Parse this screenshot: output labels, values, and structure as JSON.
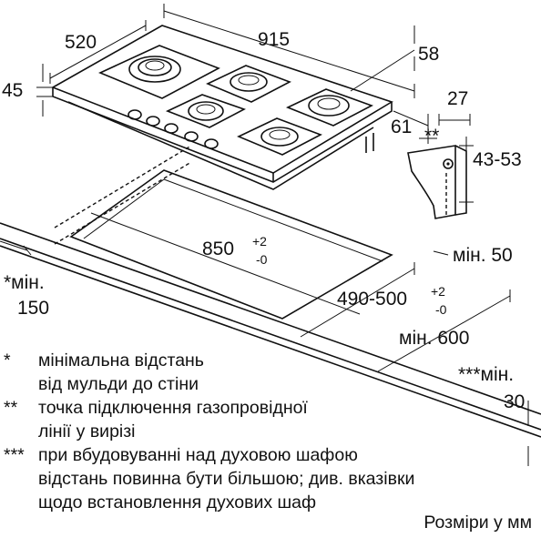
{
  "dimensions": {
    "width_total": "915",
    "depth_total": "520",
    "height": "45",
    "edge_offset": "58",
    "bracket_width": "27",
    "bracket_offset": "61",
    "bracket_height": "43-53",
    "bracket_mark": "**",
    "cutout_width_value": "850",
    "cutout_width_tol_plus": "+2",
    "cutout_width_tol_minus": "-0",
    "cutout_depth_value": "490-500",
    "cutout_depth_tol_plus": "+2",
    "cutout_depth_tol_minus": "-0",
    "min_back": "мін. 50",
    "min_side_label": "*мін.",
    "min_side_value": "150",
    "min_front": "мін. 600",
    "min_oven_label": "***мін.",
    "min_oven_value": "30"
  },
  "notes": [
    {
      "mark": "*",
      "lines": [
        "мінімальна відстань",
        "від мульди до стіни"
      ]
    },
    {
      "mark": "**",
      "lines": [
        "точка підключення газопровідної",
        "лінії у вирізі"
      ]
    },
    {
      "mark": "***",
      "lines": [
        "при вбудовуванні над духовою шафою",
        "відстань повинна бути більшою; див. вказівки",
        "щодо встановлення духових шаф"
      ]
    }
  ],
  "units_label": "Розміри у мм"
}
